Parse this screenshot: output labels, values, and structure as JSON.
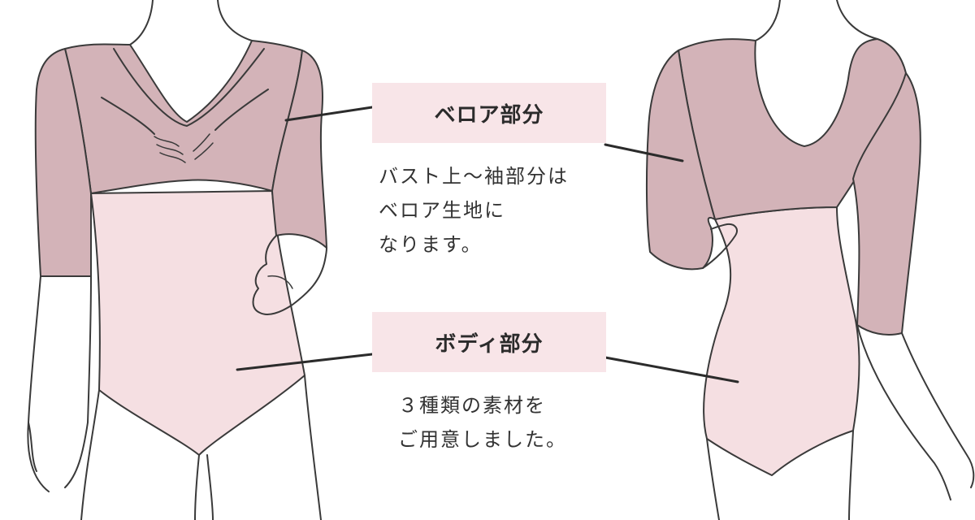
{
  "colors": {
    "velour": "#d3b3b8",
    "body_fabric": "#f5dfe2",
    "label_bg": "#f8e5e8",
    "outline": "#3a3a3a"
  },
  "labels": {
    "velour_title": "ベロア部分",
    "velour_desc": [
      "バスト上〜袖部分は",
      "ベロア生地に",
      "なります。"
    ],
    "body_title": "ボディ部分",
    "body_desc": [
      "３種類の素材を",
      "ご用意しました。"
    ]
  }
}
